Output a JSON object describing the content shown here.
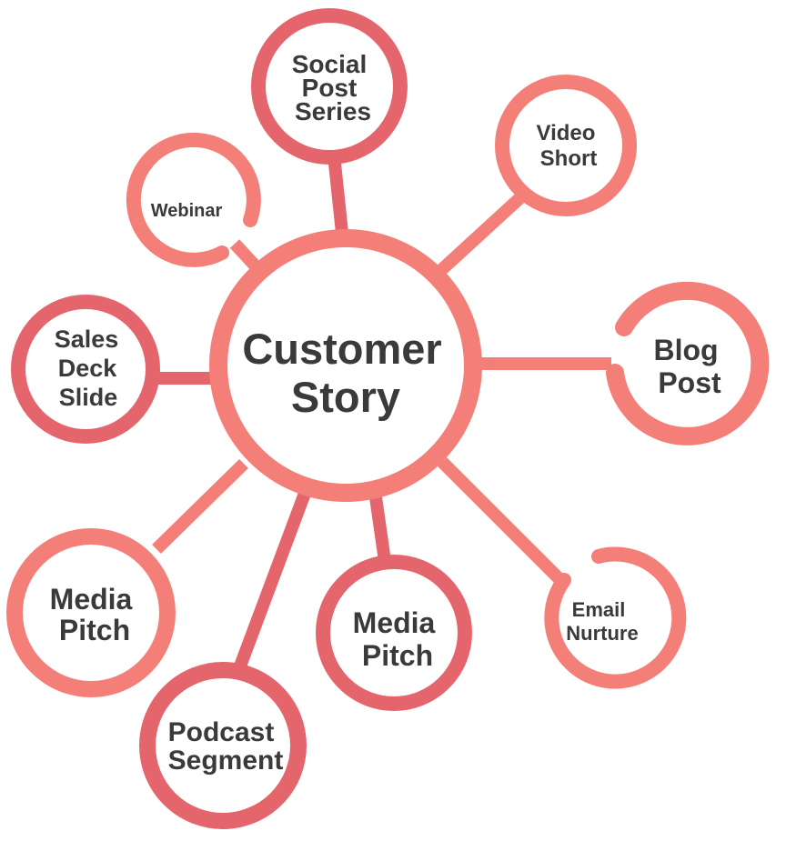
{
  "colors": {
    "light": "#f47f78",
    "dark": "#e5656c",
    "text": "#3a3a3a",
    "background": "#ffffff"
  },
  "center": {
    "line1": "Customer",
    "line2": "Story"
  },
  "nodes": {
    "social": {
      "line1": "Social",
      "line2": "Post",
      "line3": "Series"
    },
    "video": {
      "line1": "Video",
      "line2": "Short"
    },
    "webinar": {
      "line1": "Webinar"
    },
    "blog": {
      "line1": "Blog",
      "line2": "Post"
    },
    "sales": {
      "line1": "Sales",
      "line2": "Deck",
      "line3": "Slide"
    },
    "pitch_left": {
      "line1": "Media",
      "line2": "Pitch"
    },
    "pitch_center": {
      "line1": "Media",
      "line2": "Pitch"
    },
    "podcast": {
      "line1": "Podcast",
      "line2": "Segment"
    },
    "email": {
      "line1": "Email",
      "line2": "Nurture"
    }
  }
}
